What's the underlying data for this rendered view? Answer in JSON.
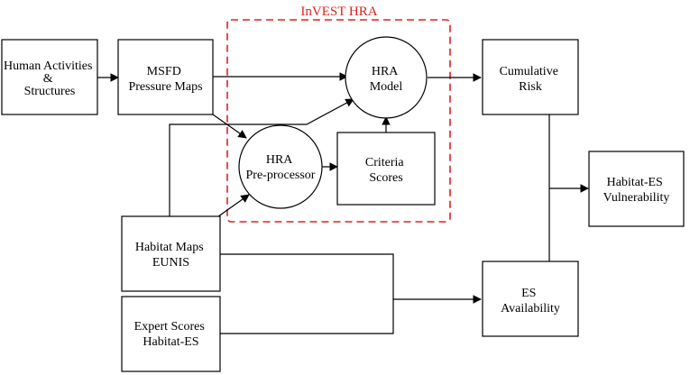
{
  "group": {
    "title": "InVEST HRA",
    "color": "#e02020"
  },
  "nodes": {
    "human_activities": {
      "lines": [
        "Human Activities",
        "&",
        "Structures"
      ]
    },
    "msfd_pressure_maps": {
      "lines": [
        "MSFD",
        "Pressure Maps"
      ]
    },
    "hra_model": {
      "lines": [
        "HRA",
        "Model"
      ]
    },
    "hra_preprocessor": {
      "lines": [
        "HRA",
        "Pre-processor"
      ]
    },
    "criteria_scores": {
      "lines": [
        "Criteria",
        "Scores"
      ]
    },
    "cumulative_risk": {
      "lines": [
        "Cumulative",
        "Risk"
      ]
    },
    "habitat_es_vulnerability": {
      "lines": [
        "Habitat-ES",
        "Vulnerability"
      ]
    },
    "habitat_maps": {
      "lines": [
        "Habitat Maps",
        "EUNIS"
      ]
    },
    "expert_scores": {
      "lines": [
        "Expert Scores",
        "Habitat-ES"
      ]
    },
    "es_availability": {
      "lines": [
        "ES",
        "Availability"
      ]
    }
  }
}
